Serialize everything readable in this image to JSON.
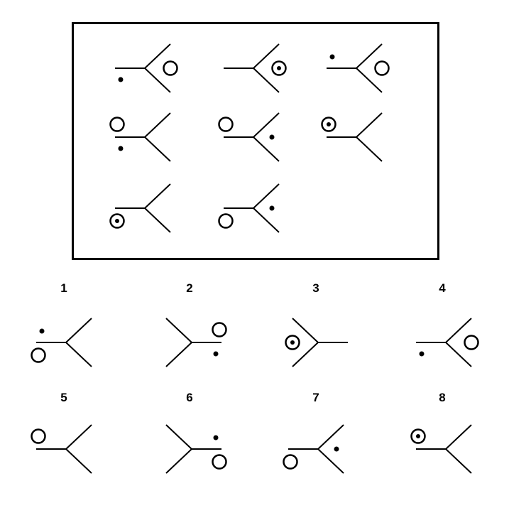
{
  "colors": {
    "stroke": "#000000",
    "background": "#ffffff"
  },
  "matrix": {
    "rows": 3,
    "cols": 3,
    "cells": [
      {
        "row": 1,
        "col": 1,
        "arms": "right",
        "ring": "right",
        "ring_dot": false,
        "dot": "lower-left"
      },
      {
        "row": 1,
        "col": 2,
        "arms": "right",
        "ring": "right",
        "ring_dot": true,
        "dot": "none"
      },
      {
        "row": 1,
        "col": 3,
        "arms": "right",
        "ring": "right",
        "ring_dot": false,
        "dot": "upper-left"
      },
      {
        "row": 2,
        "col": 1,
        "arms": "right",
        "ring": "upper-left",
        "ring_dot": false,
        "dot": "lower-left"
      },
      {
        "row": 2,
        "col": 2,
        "arms": "right",
        "ring": "upper-left",
        "ring_dot": false,
        "dot": "right"
      },
      {
        "row": 2,
        "col": 3,
        "arms": "right",
        "ring": "upper-left",
        "ring_dot": true,
        "dot": "none"
      },
      {
        "row": 3,
        "col": 1,
        "arms": "right",
        "ring": "lower-left",
        "ring_dot": true,
        "dot": "none"
      },
      {
        "row": 3,
        "col": 2,
        "arms": "right",
        "ring": "lower-left",
        "ring_dot": false,
        "dot": "right"
      }
    ],
    "missing_cell": {
      "row": 3,
      "col": 3
    }
  },
  "options": [
    {
      "label": "1",
      "arms": "right",
      "ring": "lower-left",
      "ring_dot": false,
      "dot": "upper-left"
    },
    {
      "label": "2",
      "arms": "left",
      "ring": "upper-right",
      "ring_dot": false,
      "dot": "lower-right"
    },
    {
      "label": "3",
      "arms": "left",
      "ring": "left",
      "ring_dot": true,
      "dot": "none"
    },
    {
      "label": "4",
      "arms": "right",
      "ring": "right",
      "ring_dot": false,
      "dot": "lower-left"
    },
    {
      "label": "5",
      "arms": "right",
      "ring": "upper-left",
      "ring_dot": false,
      "dot": "none"
    },
    {
      "label": "6",
      "arms": "left",
      "ring": "lower-right",
      "ring_dot": false,
      "dot": "upper-right"
    },
    {
      "label": "7",
      "arms": "right",
      "ring": "lower-left",
      "ring_dot": false,
      "dot": "right"
    },
    {
      "label": "8",
      "arms": "right",
      "ring": "upper-left",
      "ring_dot": true,
      "dot": "none"
    }
  ]
}
